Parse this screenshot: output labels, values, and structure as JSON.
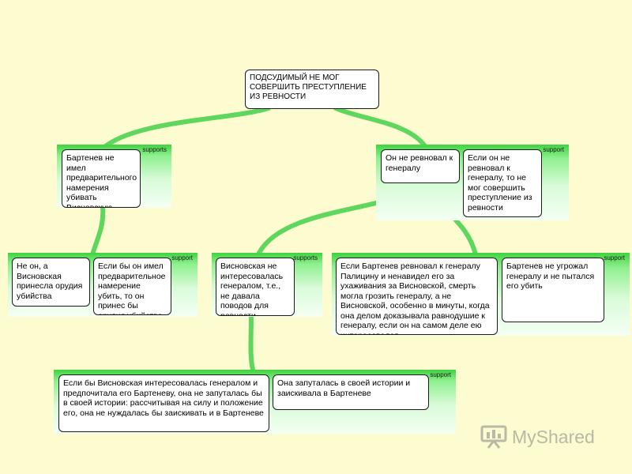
{
  "root": {
    "text": "ПОДСУДИМЫЙ НЕ МОГ СОВЕРШИТЬ ПРЕСТУПЛЕНИЕ ИЗ РЕВНОСТИ"
  },
  "branch_left": {
    "tag": "supports",
    "claim": "Бартенев не имел предварительного намерения убивать Висновскую"
  },
  "branch_right": {
    "tag": "support",
    "claim": "Он не ревновал к генералу",
    "reason": "Если он не ревновал к генералу, то не мог совершить преступление из ревности"
  },
  "group_weapon": {
    "tag": "support",
    "claim": "Не он, а Висновская принесла орудия убийства",
    "reason": "Если бы он имел предварительное намерение убить, то он принес бы орудия убийства"
  },
  "group_no_interest": {
    "tag": "supports",
    "claim": "Висновская не интересовалась генералом, т.е., не давала поводов для ревности"
  },
  "group_threat": {
    "tag": "support",
    "claim": "Если Бартенев ревновал к генералу Палицину и ненавидел его за ухаживания за Висновской, смерть могла грозить генералу, а не Висновской, особенно в минуты, когда она делом доказывала равнодушие к генералу, если он на самом деле ею интересовался",
    "reason": "Бартенев не угрожал генералу и не пытался его убить"
  },
  "group_bottom": {
    "tag": "support",
    "claim": "Если бы Висновская интересовалась генералом и предпочитала его Бартеневу, она не запуталась бы в своей истории: рассчитывая на силу и положение его, она не нуждалась бы заискивать и в Бартеневе",
    "reason": "Она запуталась в своей истории и заискивала в Бартеневе"
  },
  "watermark": {
    "text": "MyShared"
  },
  "colors": {
    "background": "#fdfbd0",
    "group": "#3fd23f",
    "connector": "#5fd75f"
  }
}
